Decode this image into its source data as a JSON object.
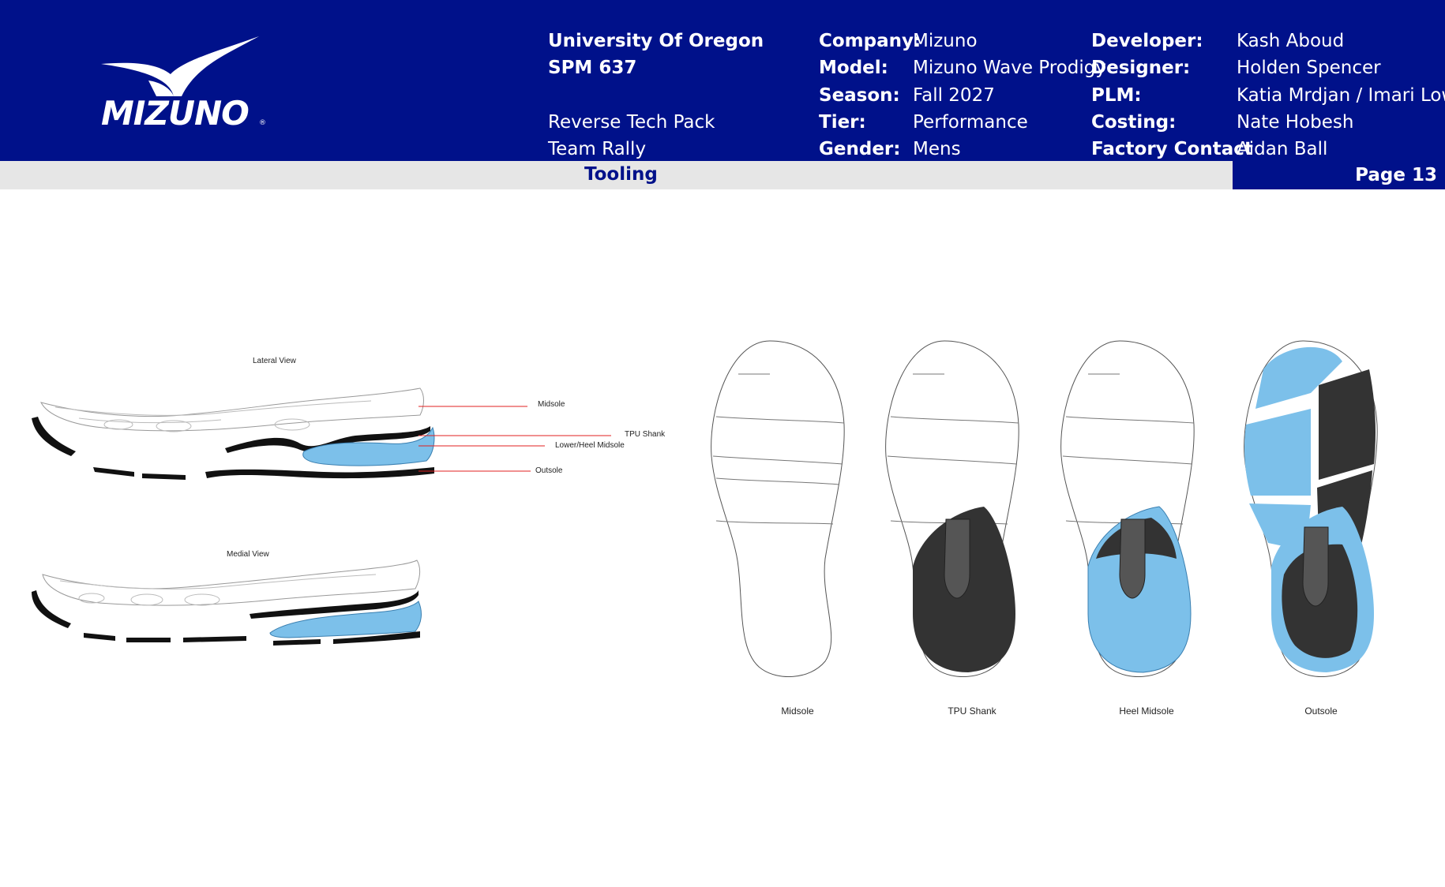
{
  "brand": {
    "name": "MIZUNO"
  },
  "header": {
    "col1": {
      "line1": "University Of Oregon",
      "line2": "SPM 637",
      "line3": "Reverse Tech Pack",
      "line4": "Team Rally"
    },
    "col2": [
      {
        "key": "Company:",
        "value": "Mizuno"
      },
      {
        "key": "Model:",
        "value": "Mizuno Wave Prodigy"
      },
      {
        "key": "Season:",
        "value": "Fall 2027"
      },
      {
        "key": "Tier:",
        "value": "Performance"
      },
      {
        "key": "Gender:",
        "value": "Mens"
      }
    ],
    "col3": [
      {
        "key": "Developer:",
        "value": "Kash Aboud"
      },
      {
        "key": "Designer:",
        "value": "Holden Spencer"
      },
      {
        "key": "PLM:",
        "value": "Katia Mrdjan / Imari Lowe"
      },
      {
        "key": "Costing:",
        "value": "Nate Hobesh"
      },
      {
        "key": "Factory Contact",
        "value": "Aidan Ball"
      }
    ]
  },
  "section": {
    "title": "Tooling",
    "page": "Page 13"
  },
  "side_views": {
    "lateral_title": "Lateral View",
    "medial_title": "Medial View",
    "callouts": {
      "midsole": "Midsole",
      "tpu_shank": "TPU Shank",
      "lower_heel": "Lower/Heel Midsole",
      "outsole": "Outsole"
    }
  },
  "bottom_views": {
    "captions": [
      "Midsole",
      "TPU Shank",
      "Heel Midsole",
      "Outsole"
    ]
  },
  "colors": {
    "brand_blue": "#00118a",
    "light_blue": "#7cc0ea",
    "dark_gray": "#333333",
    "callout_red": "#e02020"
  }
}
